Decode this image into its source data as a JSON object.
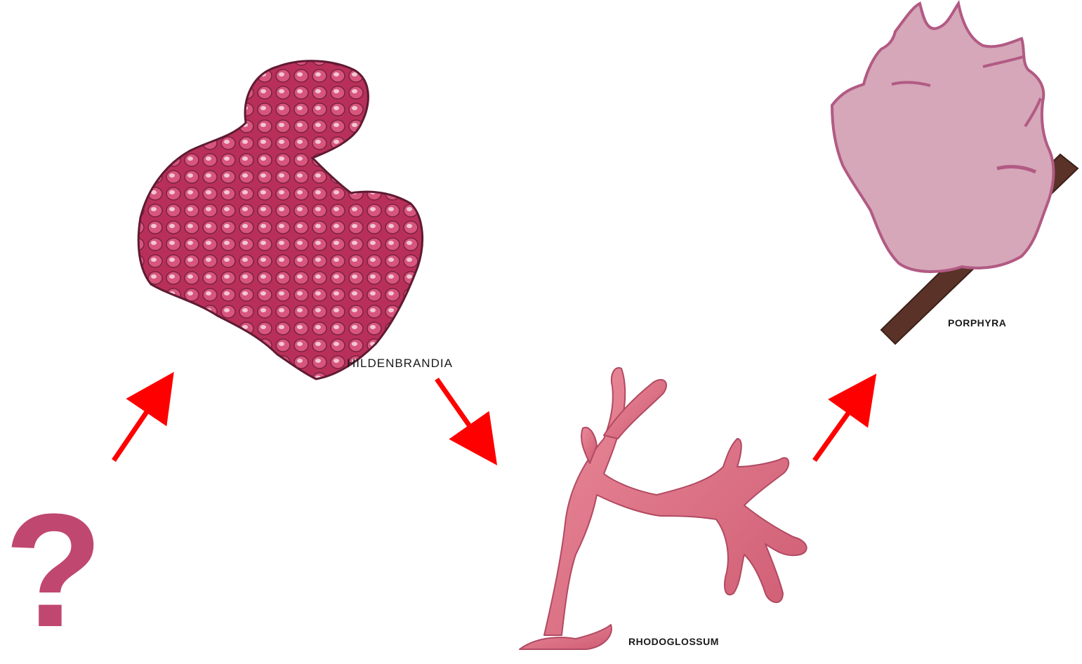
{
  "diagram": {
    "nodes": [
      {
        "id": "hildenbrandia",
        "label": "HILDENBRANDIA"
      },
      {
        "id": "rhodoglossum",
        "label": "RHODOGLOSSUM"
      },
      {
        "id": "porphyra",
        "label": "PORPHYRA"
      }
    ],
    "unknown_origin_symbol": "?",
    "edges": [
      {
        "from": "?",
        "to": "hildenbrandia"
      },
      {
        "from": "hildenbrandia",
        "to": "rhodoglossum"
      },
      {
        "from": "rhodoglossum",
        "to": "porphyra"
      }
    ]
  },
  "colors": {
    "arrow": "#ff0000",
    "question_mark": "#c0476f",
    "hildenbrandia_fill": "#c23a62",
    "hildenbrandia_cell": "#e8a7bb",
    "rhodoglossum_fill": "#d9677c",
    "porphyra_fill": "#d5a7b8",
    "porphyra_edge": "#b25a84",
    "stick": "#5a3228"
  }
}
